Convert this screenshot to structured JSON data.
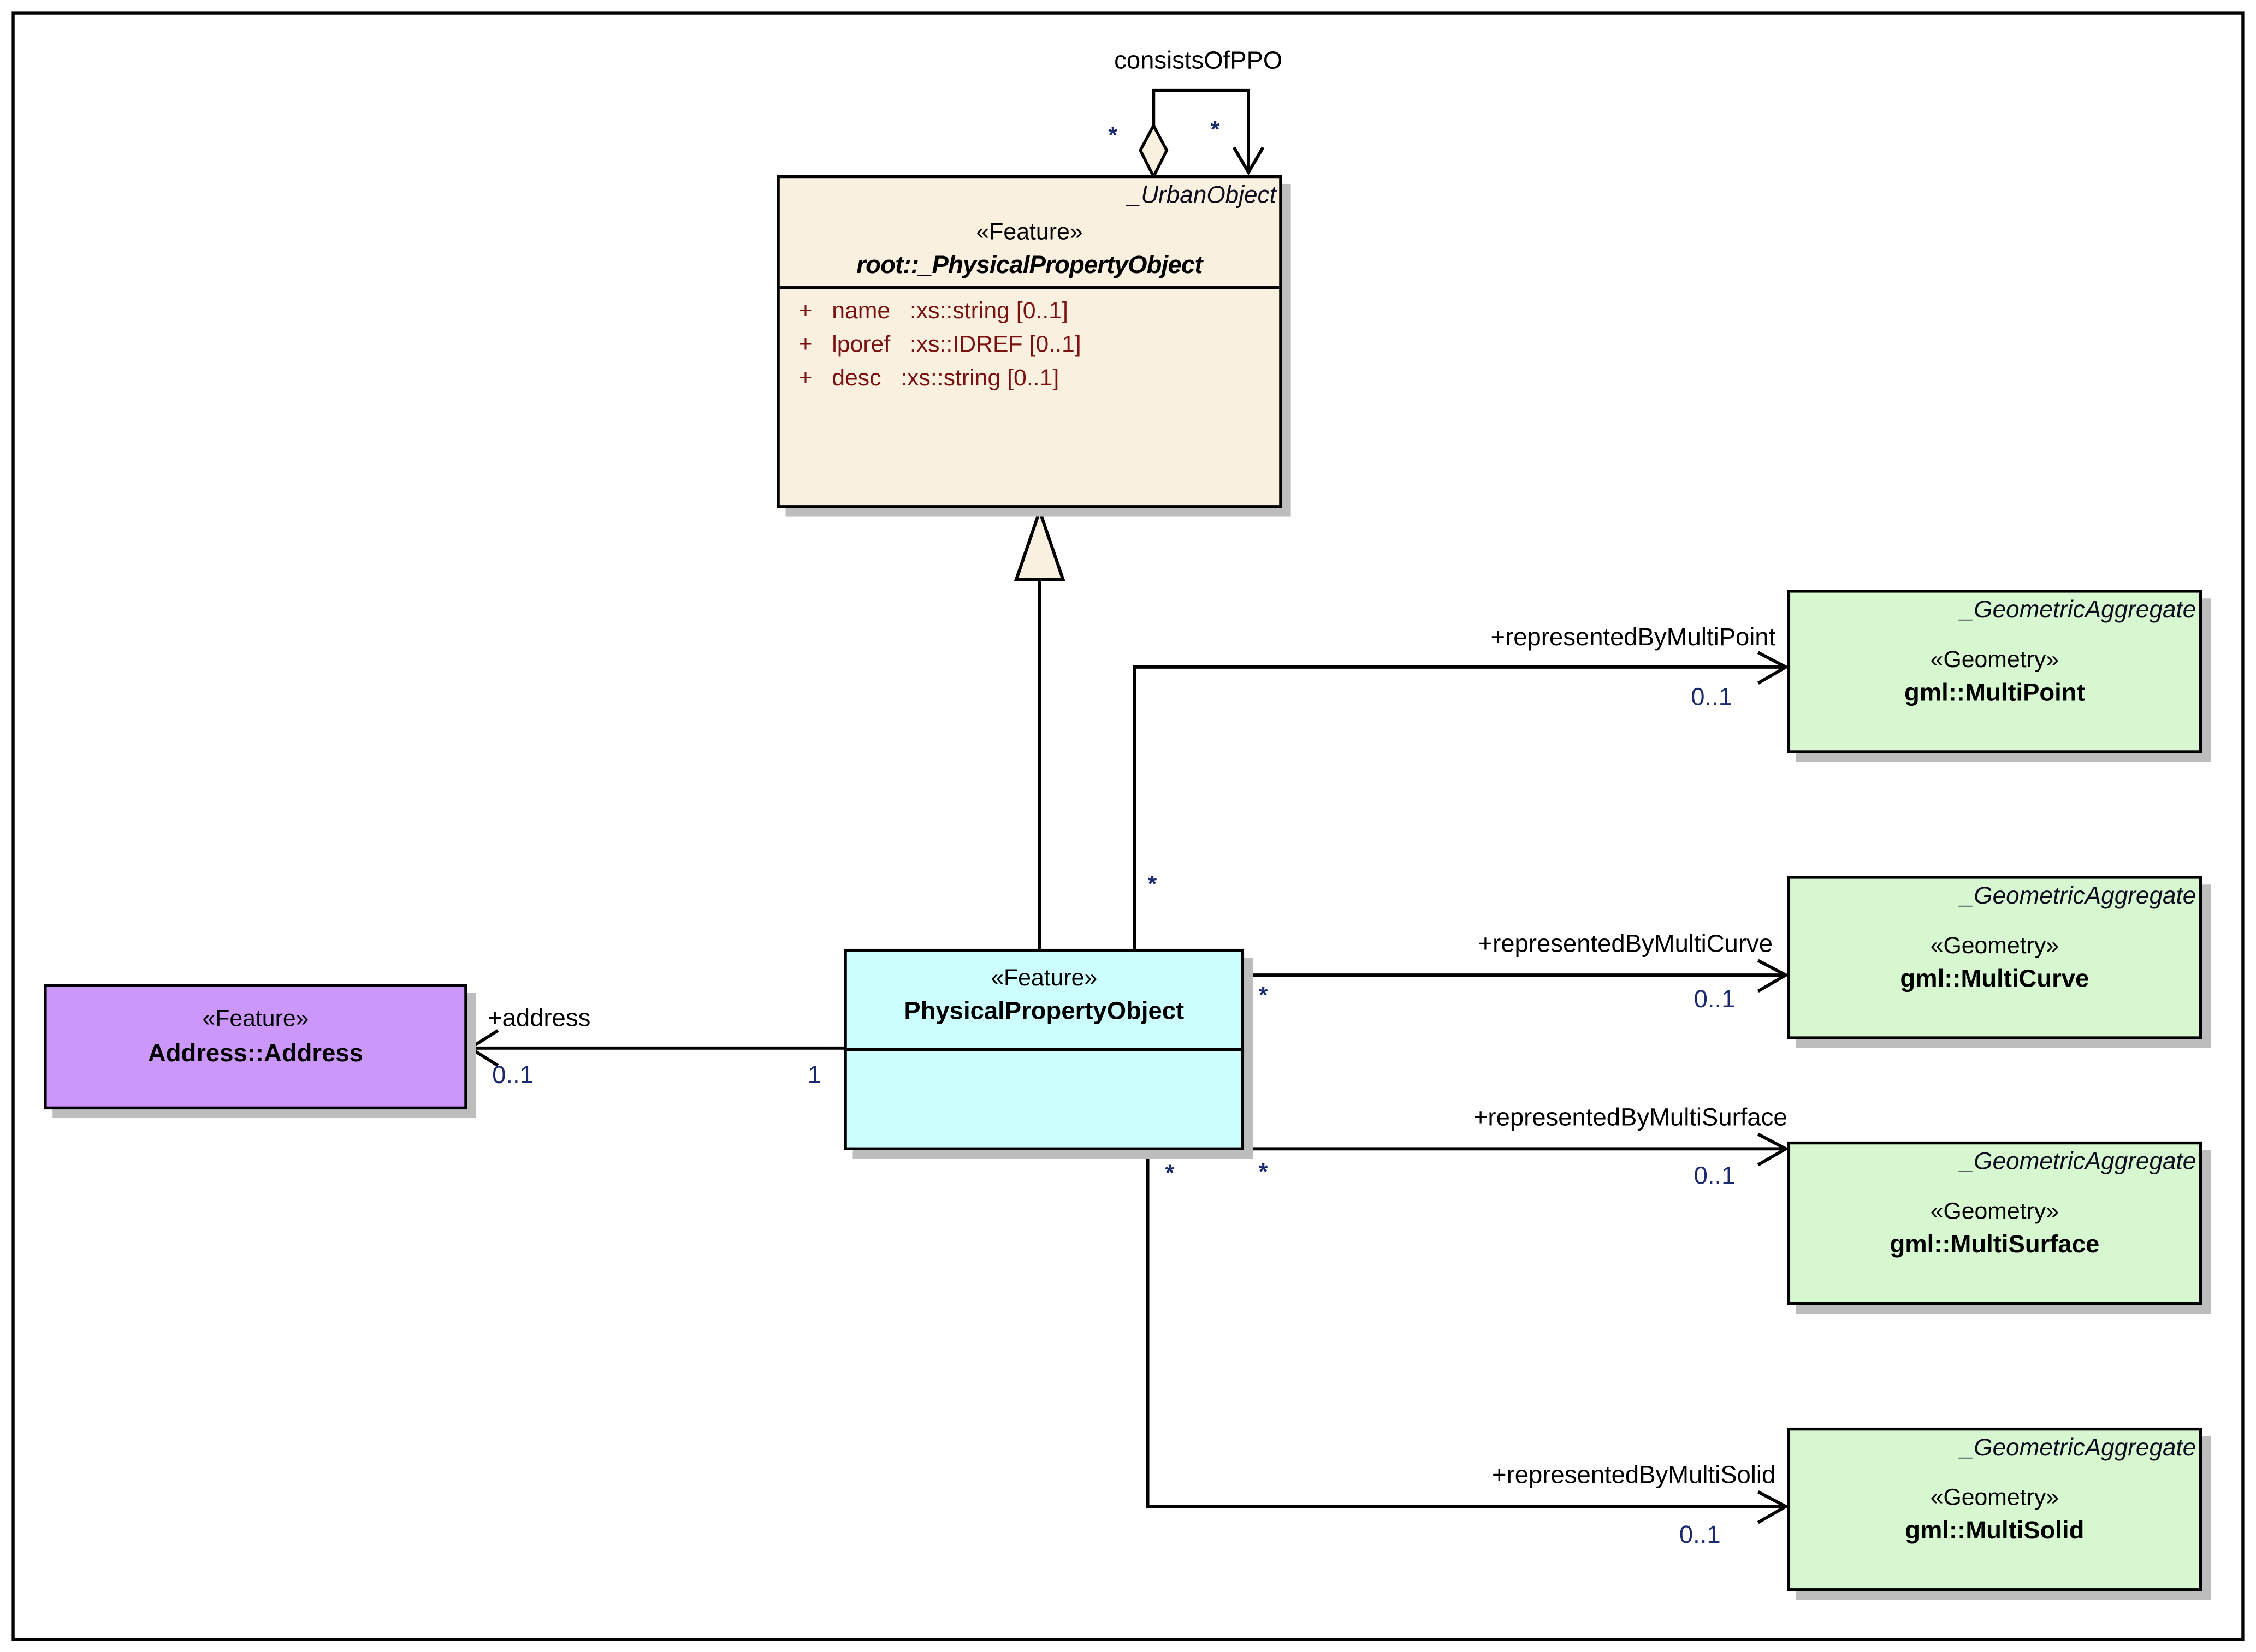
{
  "diagram": {
    "classes": {
      "urban_object": {
        "header_label": "_UrbanObject",
        "stereotype": "«Feature»",
        "name": "root::_PhysicalPropertyObject",
        "attributes": [
          "+   name   :xs::string [0..1]",
          "+   lporef   :xs::IDREF [0..1]",
          "+   desc   :xs::string [0..1]"
        ]
      },
      "physical_property_object": {
        "stereotype": "«Feature»",
        "name": "PhysicalPropertyObject"
      },
      "address": {
        "stereotype": "«Feature»",
        "name": "Address::Address"
      },
      "multi_point": {
        "header_label": "_GeometricAggregate",
        "stereotype": "«Geometry»",
        "name": "gml::MultiPoint"
      },
      "multi_curve": {
        "header_label": "_GeometricAggregate",
        "stereotype": "«Geometry»",
        "name": "gml::MultiCurve"
      },
      "multi_surface": {
        "header_label": "_GeometricAggregate",
        "stereotype": "«Geometry»",
        "name": "gml::MultiSurface"
      },
      "multi_solid": {
        "header_label": "_GeometricAggregate",
        "stereotype": "«Geometry»",
        "name": "gml::MultiSolid"
      }
    },
    "associations": {
      "consists_of_ppo": {
        "name": "consistsOfPPO",
        "source_mult": "*",
        "target_mult": "*"
      },
      "address": {
        "name": "+address",
        "target_mult": "0..1",
        "source_mult": "1"
      },
      "represented_by_multi_point": {
        "name": "+representedByMultiPoint",
        "target_mult": "0..1",
        "source_mult": "*"
      },
      "represented_by_multi_curve": {
        "name": "+representedByMultiCurve",
        "target_mult": "0..1",
        "source_mult": "*"
      },
      "represented_by_multi_surface": {
        "name": "+representedByMultiSurface",
        "target_mult": "0..1",
        "source_mult": "*"
      },
      "represented_by_multi_solid": {
        "name": "+representedByMultiSolid",
        "target_mult": "0..1",
        "source_mult": "*"
      }
    },
    "colors": {
      "fill_tan": "#FAF0E0",
      "fill_cyan": "#CCFEFE",
      "fill_purple": "#CB97FB",
      "fill_green": "#D6F7CF",
      "shadow": "#BDBDBD",
      "attribute_text": "#7A1212",
      "multiplicity_text": "#1B2A70",
      "line": "#000000"
    }
  }
}
